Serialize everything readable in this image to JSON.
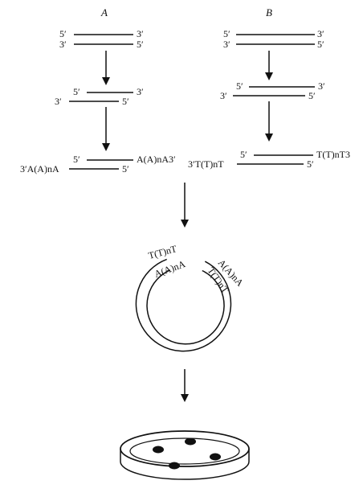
{
  "panel_a": {
    "header": "A",
    "step1": {
      "top_left": "5′",
      "top_right": "3′",
      "bot_left": "3′",
      "bot_right": "5′"
    },
    "step2": {
      "top_left": "5′",
      "top_right": "3′",
      "bot_left": "3′",
      "bot_right": "5′"
    },
    "step3": {
      "top_left": "5′",
      "top_tail": "A(A)nA3′",
      "bot_tail": "3′A(A)nA",
      "bot_right": "5′"
    }
  },
  "panel_b": {
    "header": "B",
    "step1": {
      "top_left": "5′",
      "top_right": "3′",
      "bot_left": "3′",
      "bot_right": "5′"
    },
    "step2": {
      "top_left": "5′",
      "top_right": "3′",
      "bot_left": "3′",
      "bot_right": "5′"
    },
    "step3": {
      "top_left": "5′",
      "top_tail": "T(T)nT3",
      "bot_tail": "3′T(T)nT",
      "bot_right": "5′"
    }
  },
  "plasmid": {
    "outer_left": "T(T)nT",
    "inner_left": "A(A)nA",
    "outer_right": "A(A)nA",
    "inner_right": "T(T)nT"
  },
  "petri_dish": {
    "colony_count": 4
  },
  "colors": {
    "ink": "#111111",
    "background": "#ffffff"
  }
}
